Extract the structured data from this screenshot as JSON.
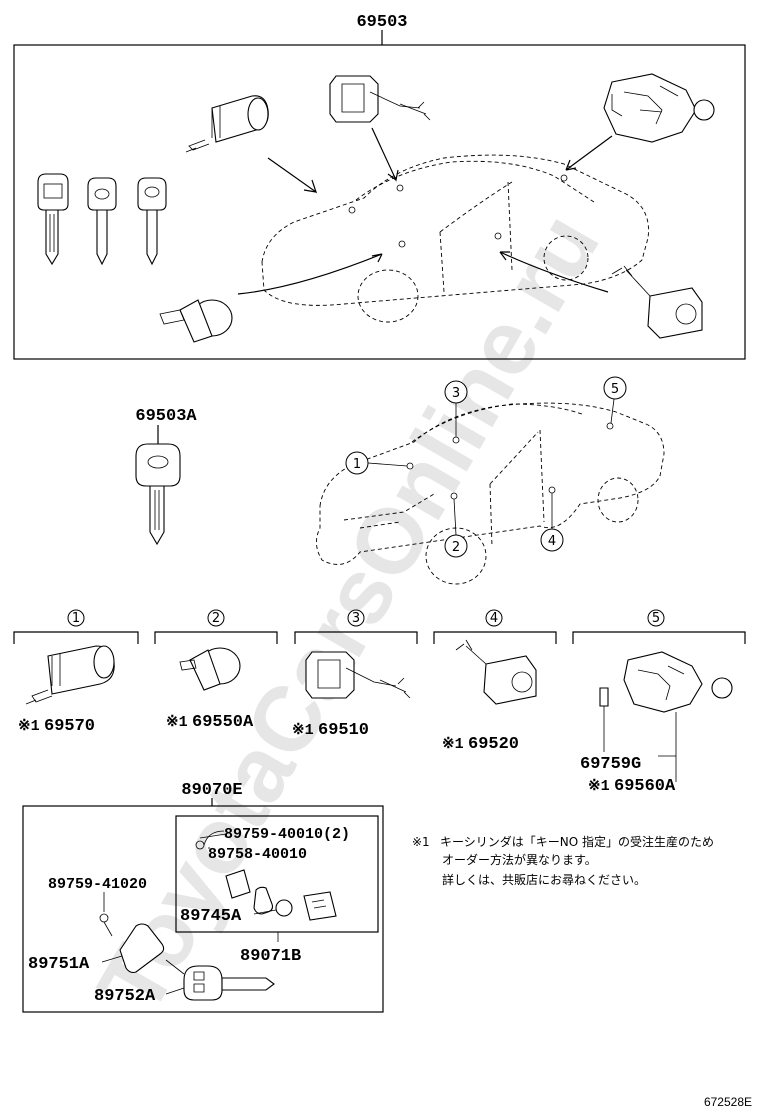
{
  "watermark": "ToyotaCarsOnline.ru",
  "top_assembly": {
    "part_number": "69503"
  },
  "spare_key": {
    "part_number": "69503A"
  },
  "locations": [
    "1",
    "2",
    "3",
    "4",
    "5"
  ],
  "components": [
    {
      "location": "1",
      "part_number": "69570",
      "mark": "※1"
    },
    {
      "location": "2",
      "part_number": "69550A",
      "mark": "※1"
    },
    {
      "location": "3",
      "part_number": "69510",
      "mark": "※1"
    },
    {
      "location": "4",
      "part_number": "69520",
      "mark": "※1"
    },
    {
      "location": "5",
      "part_number": "69560A",
      "mark": "※1",
      "sub_part": "69759G"
    }
  ],
  "remote": {
    "part_number": "89070E",
    "sub_assembly": "89071B",
    "parts": [
      "89759-40010(2)",
      "89758-40010",
      "89745A",
      "89759-41020",
      "89751A",
      "89752A"
    ]
  },
  "note": {
    "mark": "※1",
    "lines": [
      "キーシリンダは「キーNO 指定」の受注生産のため",
      "オーダー方法が異なります。",
      "詳しくは、共販店にお尋ねください。"
    ]
  },
  "figure_id": "672528E"
}
